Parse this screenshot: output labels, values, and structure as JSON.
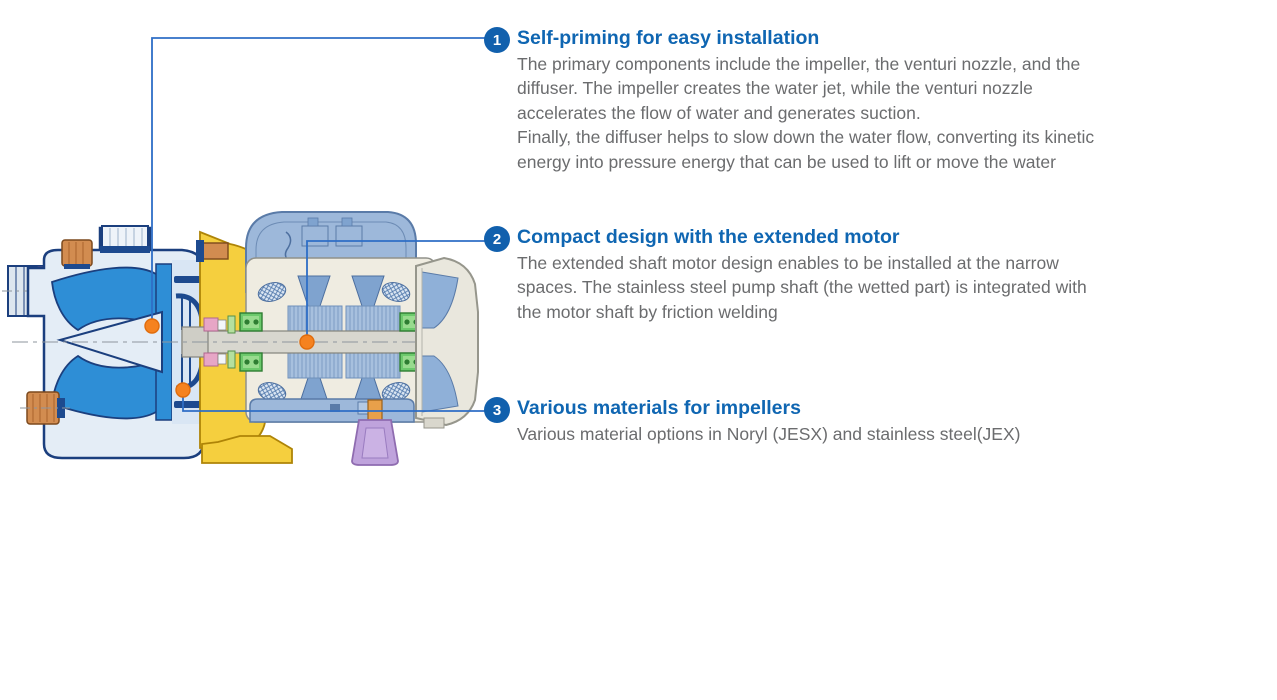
{
  "colors": {
    "heading-blue": "#0f66b2",
    "badge-blue": "#1160ad",
    "line-blue": "#2e6ec6",
    "body-gray": "#6b6c6e",
    "marker-orange": "#f5821f",
    "water-blue": "#2e8ed6",
    "bracket-yellow": "#f5cf3e",
    "motor-blue": "#9db8da",
    "foot-purple": "#bfa3dc"
  },
  "callouts": [
    {
      "number": "1",
      "title": "Self-priming for easy installation",
      "body_lines": [
        "The primary components include the impeller, the venturi nozzle, and the",
        "diffuser. The impeller creates the water jet, while the venturi nozzle",
        "accelerates the flow of water and generates suction.",
        "Finally, the diffuser helps to slow down the water flow, converting its kinetic",
        "energy into pressure energy that can be used to lift or move the water"
      ]
    },
    {
      "number": "2",
      "title": "Compact design with the extended motor",
      "body_lines": [
        "The extended shaft motor design enables to be installed at the narrow",
        "spaces. The stainless steel pump shaft (the wetted part) is integrated with",
        "the motor shaft by friction welding"
      ]
    },
    {
      "number": "3",
      "title": "Various materials for impellers",
      "body_lines": [
        "Various material options in Noryl (JESX) and stainless steel(JEX)"
      ]
    }
  ]
}
